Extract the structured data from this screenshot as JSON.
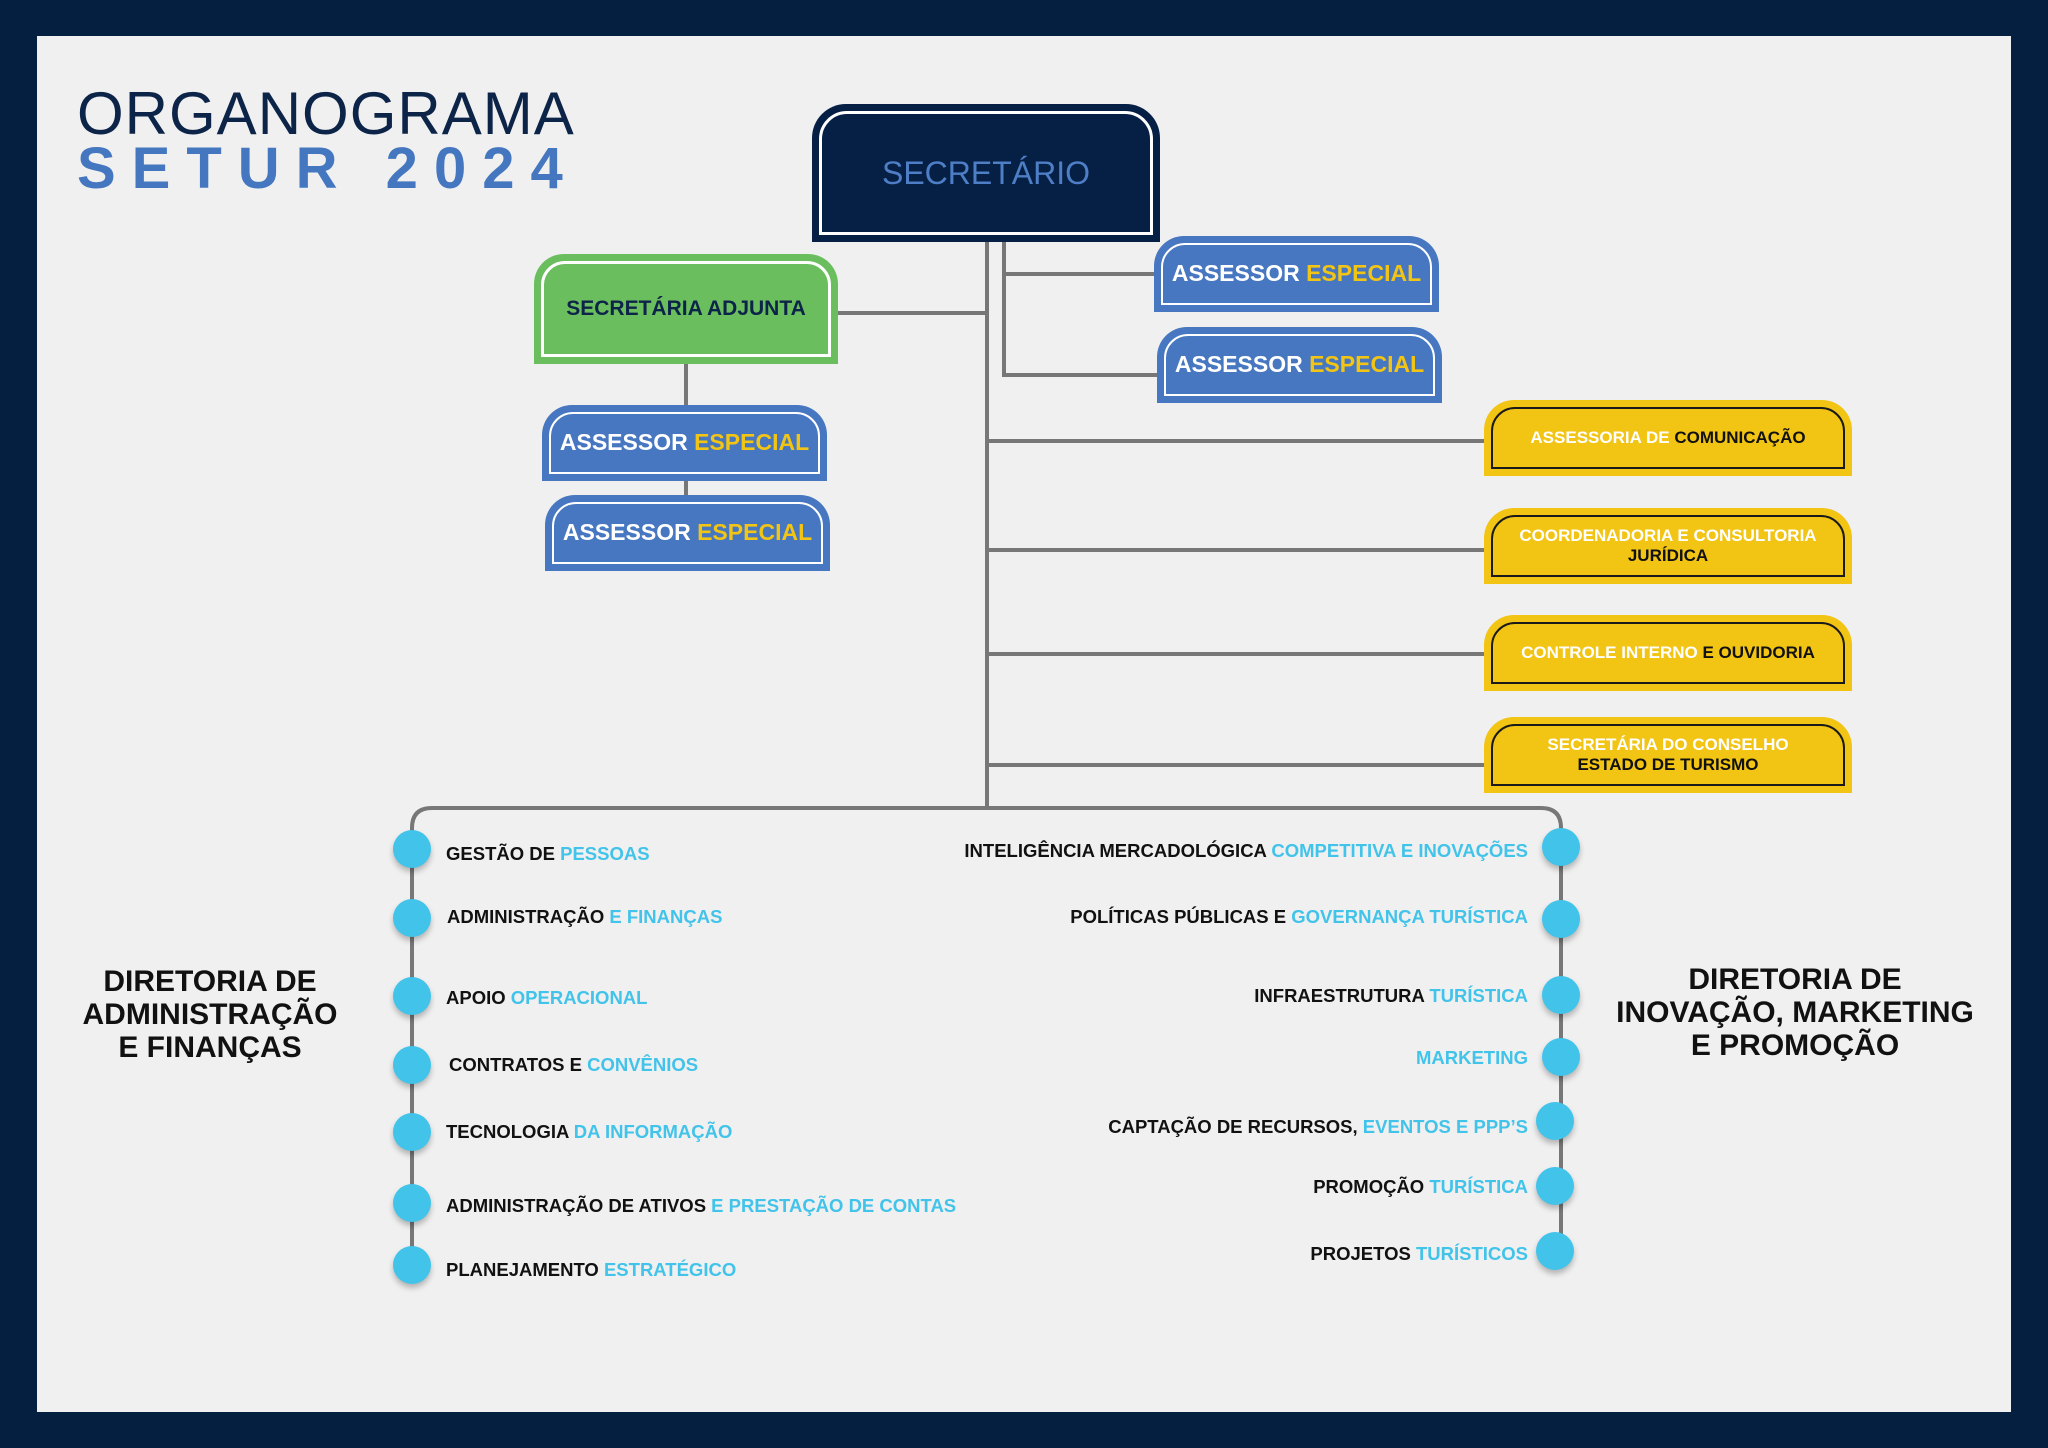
{
  "title": {
    "line1": "ORGANOGRAMA",
    "line2": "SETUR 2024"
  },
  "secretario": "SECRETÁRIO",
  "secretaria_adjunta": "SECRETÁRIA ADJUNTA",
  "assessor": {
    "prefix": "ASSESSOR ",
    "highlight": "ESPECIAL"
  },
  "assessorias": [
    {
      "white": "ASSESSORIA DE ",
      "dark": "COMUNICAÇÃO"
    },
    {
      "white": "COORDENADORIA E CONSULTORIA",
      "dark": "JURÍDICA"
    },
    {
      "white": "CONTROLE INTERNO ",
      "dark": "E OUVIDORIA"
    },
    {
      "white": "SECRETÁRIA DO CONSELHO",
      "dark": "ESTADO DE TURISMO"
    }
  ],
  "diretoria_esquerda": {
    "title_lines": [
      "DIRETORIA DE",
      "ADMINISTRAÇÃO",
      "E FINANÇAS"
    ],
    "items": [
      {
        "black": "GESTÃO DE ",
        "cyan": "PESSOAS"
      },
      {
        "black": "ADMINISTRAÇÃO ",
        "cyan": "E FINANÇAS"
      },
      {
        "black": "APOIO ",
        "cyan": "OPERACIONAL"
      },
      {
        "black": "CONTRATOS E ",
        "cyan": "CONVÊNIOS"
      },
      {
        "black": "TECNOLOGIA  ",
        "cyan": "DA INFORMAÇÃO"
      },
      {
        "black": "ADMINISTRAÇÃO DE ATIVOS  ",
        "cyan": "E PRESTAÇÃO DE CONTAS"
      },
      {
        "black": "PLANEJAMENTO ",
        "cyan": "ESTRATÉGICO"
      }
    ]
  },
  "diretoria_direita": {
    "title_lines": [
      "DIRETORIA DE",
      "INOVAÇÃO, MARKETING",
      "E PROMOÇÃO"
    ],
    "items": [
      {
        "black": "INTELIGÊNCIA MERCADOLÓGICA  ",
        "cyan": "COMPETITIVA E INOVAÇÕES"
      },
      {
        "black": "POLÍTICAS PÚBLICAS E ",
        "cyan": "GOVERNANÇA TURÍSTICA"
      },
      {
        "black": "INFRAESTRUTURA ",
        "cyan": "TURÍSTICA"
      },
      {
        "black": "",
        "cyan": "MARKETING"
      },
      {
        "black": "CAPTAÇÃO DE RECURSOS,  ",
        "cyan": "EVENTOS E PPP’S"
      },
      {
        "black": "PROMOÇÃO ",
        "cyan": "TURÍSTICA"
      },
      {
        "black": "PROJETOS ",
        "cyan": "TURÍSTICOS"
      }
    ]
  },
  "colors": {
    "navy": "#041F40",
    "blue": "#4777C0",
    "green": "#6BBE5E",
    "yellow": "#F2C414",
    "cyan": "#41C3EA",
    "background": "#F0F0F0"
  }
}
